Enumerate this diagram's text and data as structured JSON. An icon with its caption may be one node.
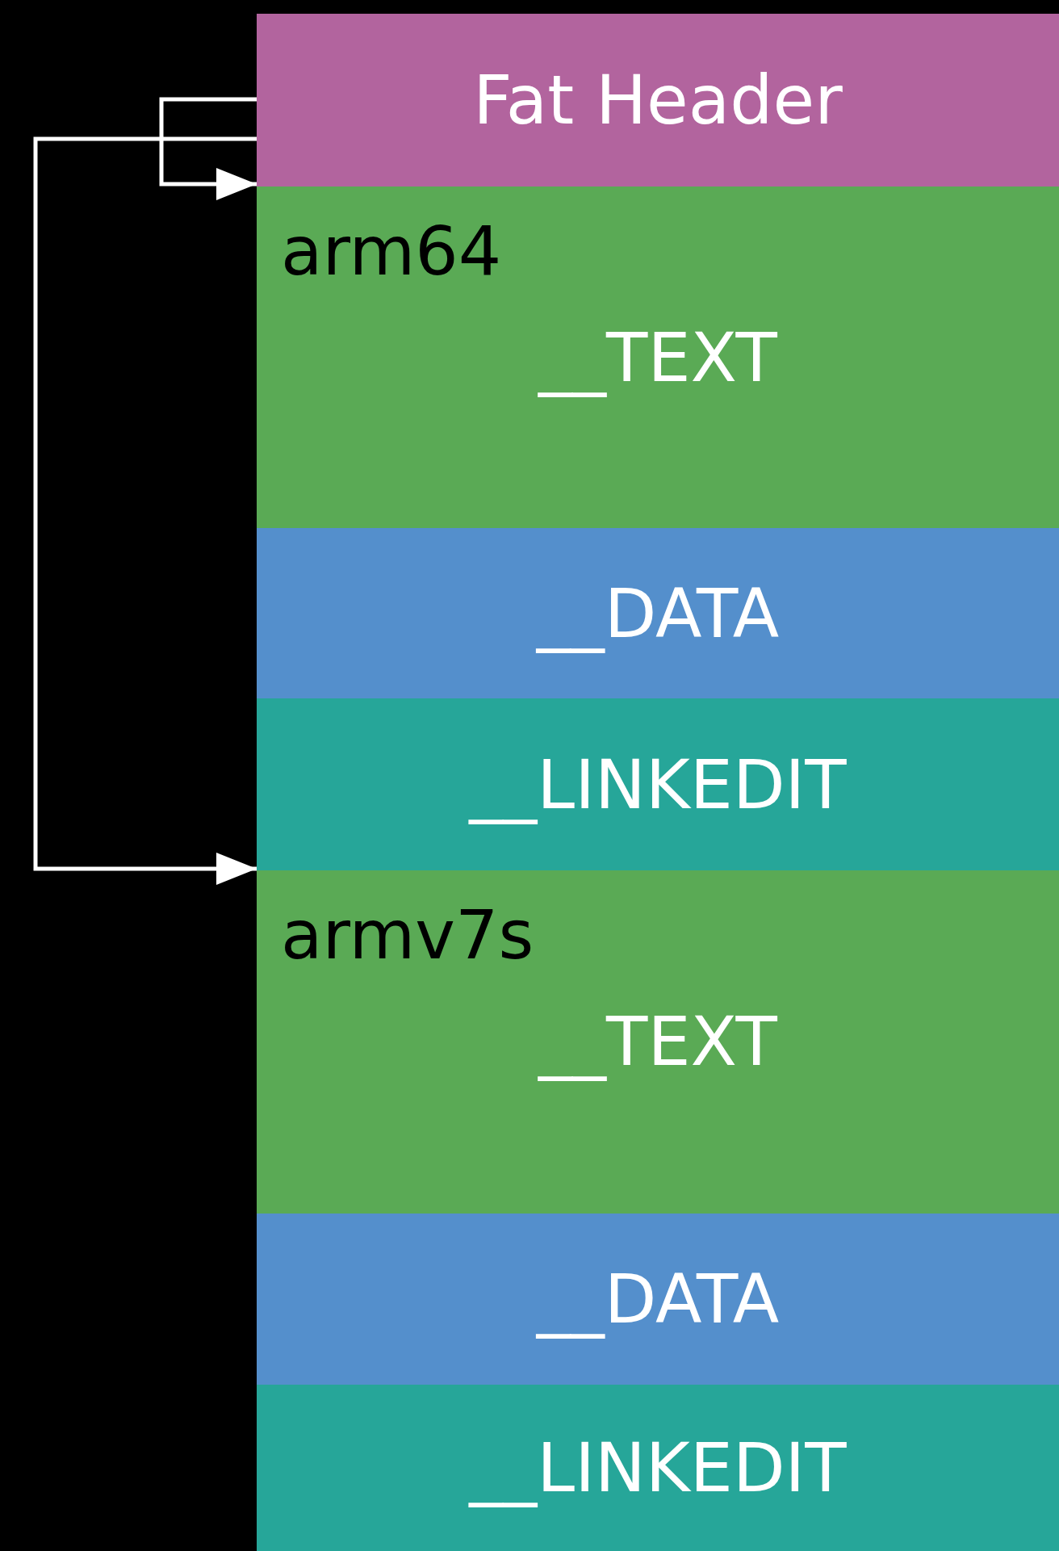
{
  "diagram": {
    "nodes": [
      {
        "text": [
          "Fat Header"
        ]
      },
      {
        "text": [
          "arm64",
          "__TEXT"
        ]
      },
      {
        "text": [
          "__DATA"
        ]
      },
      {
        "text": [
          "__LINKEDIT"
        ]
      },
      {
        "text": [
          "armv7s",
          "__TEXT"
        ]
      },
      {
        "text": [
          "__DATA"
        ]
      },
      {
        "text": [
          "__LINKEDIT"
        ]
      }
    ],
    "edges": [
      {
        "from": 0,
        "to": 1,
        "arrow": "to"
      },
      {
        "from": 0,
        "to": 4,
        "arrow": "to"
      }
    ]
  }
}
